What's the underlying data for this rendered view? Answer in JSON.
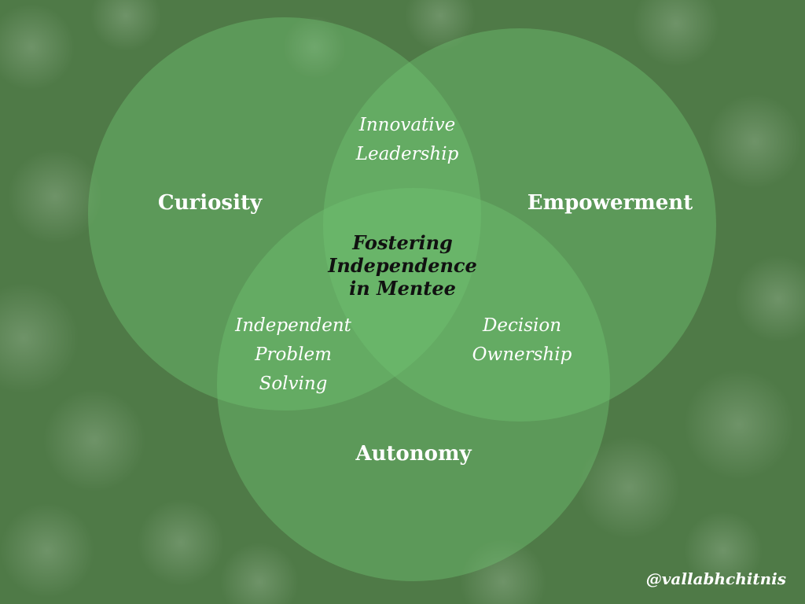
{
  "colors": {
    "background": "#4f7a47",
    "circle_fill": "#6fc472",
    "label_text": "#ffffff",
    "center_text": "#111111"
  },
  "circles": {
    "curiosity": "Curiosity",
    "empowerment": "Empowerment",
    "autonomy": "Autonomy"
  },
  "overlaps": {
    "curiosity_empowerment": [
      "Innovative",
      "Leadership"
    ],
    "curiosity_autonomy": [
      "Independent",
      "Problem",
      "Solving"
    ],
    "empowerment_autonomy": [
      "Decision",
      "Ownership"
    ]
  },
  "center": [
    "Fostering",
    "Independence",
    "in Mentee"
  ],
  "handle": "@vallabhchitnis"
}
